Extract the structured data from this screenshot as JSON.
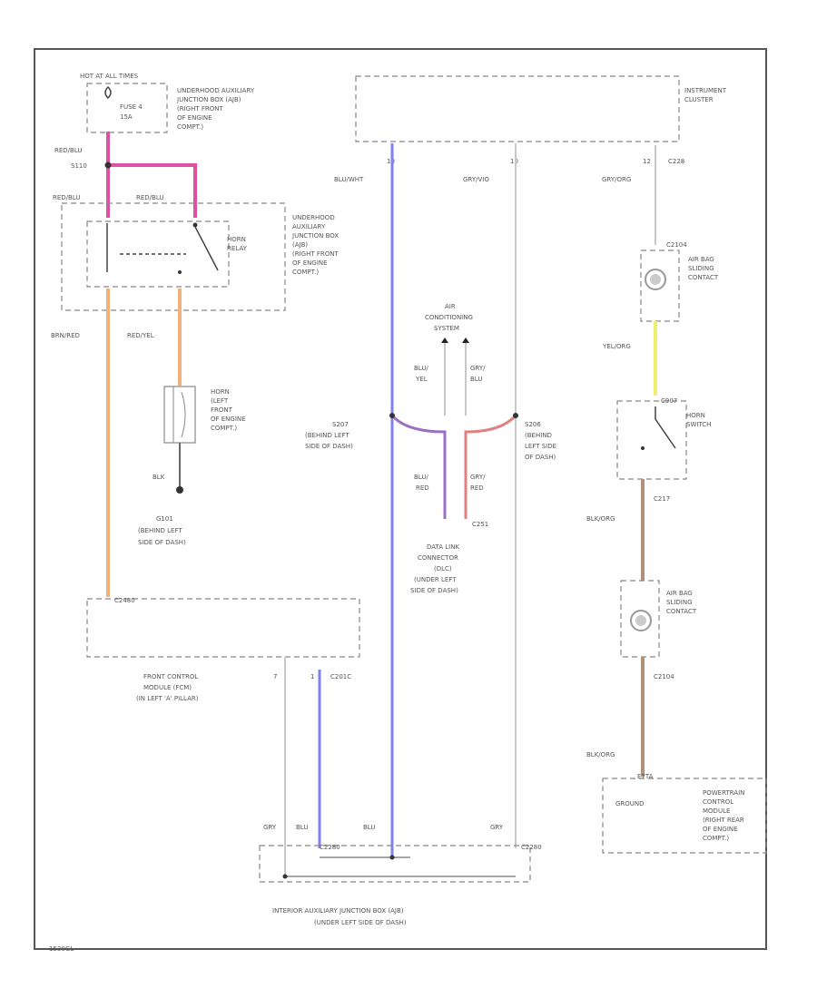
{
  "labels": {
    "hot_at_all_times": "HOT AT ALL TIMES",
    "fuse_4": "FUSE 4",
    "fuse_amp": "15A",
    "ujb_top": [
      "UNDERHOOD AUXILIARY",
      "JUNCTION BOX (AJB)",
      "(RIGHT FRONT",
      "OF ENGINE",
      "COMPT.)"
    ],
    "red_blu": "RED/BLU",
    "s110": "S110",
    "red_blu_left": "RED/BLU",
    "red_blu_right": "RED/BLU",
    "ujb_relay": [
      "UNDERHOOD",
      "AUXILIARY",
      "JUNCTION BOX",
      "(AJB)",
      "(RIGHT FRONT",
      "OF ENGINE",
      "COMPT.)"
    ],
    "horn_relay": [
      "HORN",
      "RELAY"
    ],
    "brn_red": "BRN/RED",
    "red_yel": "RED/YEL",
    "horn": [
      "HORN",
      "(LEFT",
      "FRONT",
      "OF ENGINE",
      "COMPT.)"
    ],
    "blk": "BLK",
    "g101": [
      "G101",
      "(BEHIND LEFT",
      "SIDE OF DASH)"
    ],
    "fcm_pin": "C2480",
    "fcm": [
      "FRONT CONTROL",
      "MODULE (FCM)",
      "(IN LEFT 'A' PILLAR)"
    ],
    "fcm_pin_7": "7",
    "fcm_pin_1": "1",
    "c201c": "C201C",
    "instrument_cluster": [
      "INSTRUMENT",
      "CLUSTER"
    ],
    "pin_10": "10",
    "pin_10b": "10",
    "pin_12": "12",
    "c228": "C228",
    "blu_wht": "BLU/WHT",
    "gry_vio": "GRY/VIO",
    "gry_org": "GRY/ORG",
    "c2104": "C2104",
    "air_bag_sliding_1": [
      "AIR BAG",
      "SLIDING",
      "CONTACT"
    ],
    "yel_org": "YEL/ORG",
    "c907": "C907",
    "horn_switch": [
      "HORN",
      "SWITCH"
    ],
    "c217": "C217",
    "blk_org_1": "BLK/ORG",
    "air_bag_sliding_2": [
      "AIR BAG",
      "SLIDING",
      "CONTACT"
    ],
    "c2104b": "C2104",
    "blk_org_2": "BLK/ORG",
    "pcm_pin": "E7TA",
    "ground": "GROUND",
    "pcm": [
      "POWERTRAIN",
      "CONTROL",
      "MODULE",
      "(RIGHT REAR",
      "OF ENGINE",
      "COMPT.)"
    ],
    "ac_system": [
      "AIR",
      "CONDITIONING",
      "SYSTEM"
    ],
    "blu_yel": [
      "BLU/",
      "YEL"
    ],
    "gry_blu": [
      "GRY/",
      "BLU"
    ],
    "s207": [
      "S207",
      "(BEHIND LEFT",
      "SIDE OF DASH)"
    ],
    "s206": [
      "S206",
      "(BEHIND",
      "LEFT SIDE",
      "OF DASH)"
    ],
    "blu_red": [
      "BLU/",
      "RED"
    ],
    "gry_red": [
      "GRY/",
      "RED"
    ],
    "dlc_pins": "C251",
    "dlc": [
      "DATA LINK",
      "CONNECTOR",
      "(DLC)",
      "(UNDER LEFT",
      "SIDE OF DASH)"
    ],
    "gry_a": "GRY",
    "blu_a": "BLU",
    "blu_b": "BLU",
    "gry_b": "GRY",
    "ijb_conn": "C2280",
    "ijb_conn_r": "C2280",
    "ijb": [
      "INTERIOR AUXILIARY JUNCTION BOX (AJB)",
      "(UNDER LEFT SIDE OF DASH)"
    ],
    "footer_code": "1530GL"
  },
  "colors": {
    "pink": "#e050a0",
    "blue": "#8080f0",
    "orange": "#f2b07a",
    "yellow": "#f0f070",
    "tan": "#b09078",
    "gray": "#c8c8c8",
    "red": "#e08080"
  }
}
